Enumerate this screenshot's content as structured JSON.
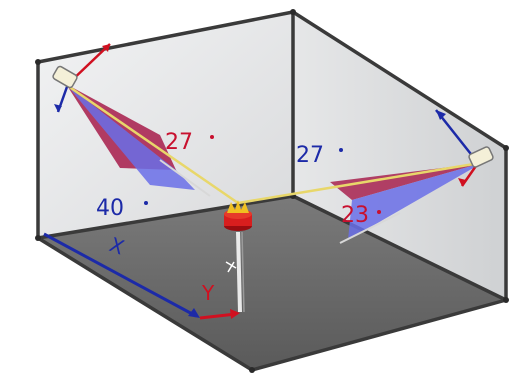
{
  "labels": {
    "angle_left_top": "27",
    "angle_left_bottom": "40",
    "angle_right_top": "27",
    "angle_right_bottom": "23",
    "axis_x": "X",
    "axis_y": "Y"
  },
  "colors": {
    "frame": "#3c3c3c",
    "floor": "#6a6a6a",
    "wall": "#e4e6e8",
    "beam": "#e8d76a",
    "cone_red": "#b0204a",
    "cone_blue": "#6a6fe0",
    "axis_red": "#d01020",
    "axis_blue": "#1c2aa8",
    "target": "#d81e1e"
  },
  "icons": {
    "left_camera": "camera-sensor-icon",
    "right_camera": "camera-sensor-icon",
    "target": "crown-target-icon"
  }
}
